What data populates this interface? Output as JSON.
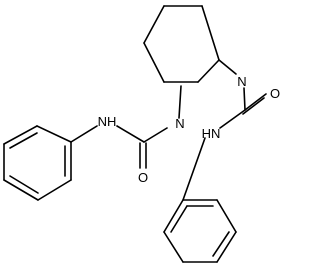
{
  "molecule": {
    "atoms": [
      {
        "id": "nh_left",
        "label": "NH"
      },
      {
        "id": "n_upper",
        "label": "N"
      },
      {
        "id": "o_left",
        "label": "O"
      },
      {
        "id": "n_center",
        "label": "N"
      },
      {
        "id": "o_right",
        "label": "O"
      },
      {
        "id": "hn_right",
        "label": "HN"
      }
    ]
  }
}
